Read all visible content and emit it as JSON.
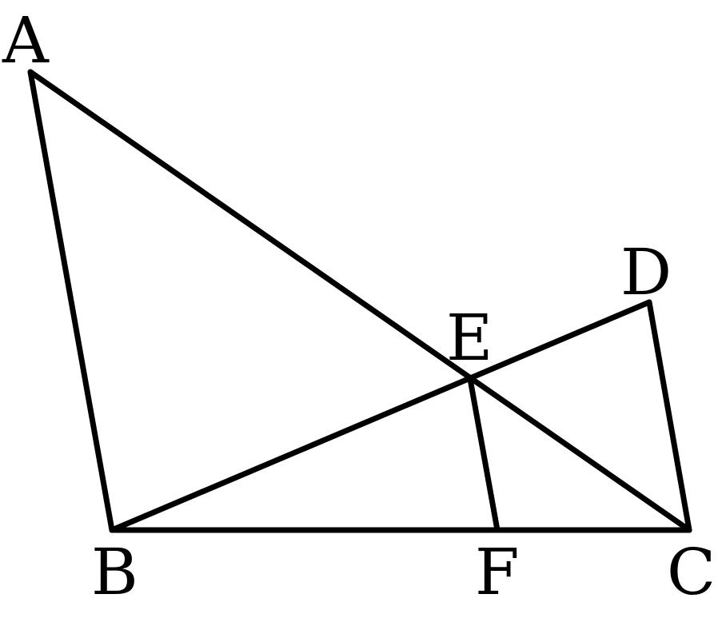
{
  "points": [
    {
      "id": "A",
      "label": "A"
    },
    {
      "id": "B",
      "label": "B"
    },
    {
      "id": "C",
      "label": "C"
    },
    {
      "id": "D",
      "label": "D"
    },
    {
      "id": "E",
      "label": "E"
    },
    {
      "id": "F",
      "label": "F"
    }
  ],
  "segments": [
    {
      "id": "AB",
      "from": "A",
      "to": "B"
    },
    {
      "id": "BC",
      "from": "B",
      "to": "C"
    },
    {
      "id": "AC",
      "from": "A",
      "to": "C"
    },
    {
      "id": "BD",
      "from": "B",
      "to": "D"
    },
    {
      "id": "DC",
      "from": "D",
      "to": "C"
    },
    {
      "id": "EF",
      "from": "E",
      "to": "F"
    }
  ],
  "colors": {
    "stroke": "#000000",
    "background": "#ffffff"
  }
}
